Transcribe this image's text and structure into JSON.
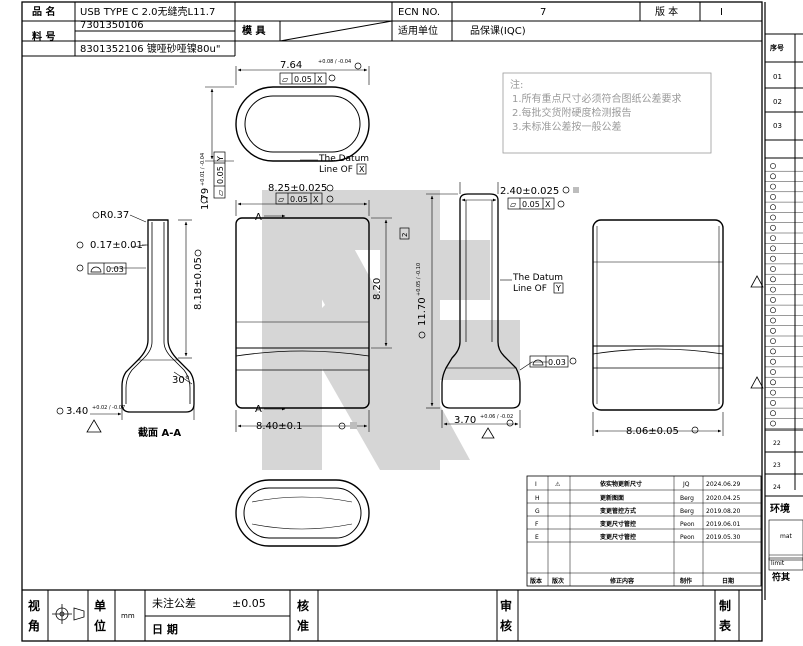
{
  "title_block": {
    "product_name_label": "品 名",
    "product_name": "USB TYPE C 2.0无缝壳L11.7",
    "part_no_label": "料 号",
    "part_no_1": "7301350106",
    "part_no_2": "8301352106 镀哑砂哑镍80u\"",
    "mold_label": "模 具",
    "ecn_label": "ECN NO.",
    "ecn_value": "7",
    "unit_label": "适用单位",
    "unit_value": "品保课(IQC)",
    "version_label": "版 本",
    "version_value": "I"
  },
  "notes": {
    "heading": "注:",
    "items": [
      "1.所有重点尺寸必须符合图纸公差要求",
      "2.每批交货附硬度检测报告",
      "3.未标准公差按一般公差"
    ]
  },
  "dims": {
    "top_width": "7.64",
    "top_width_tol": "+0.08 / -0.04",
    "top_flat_fcf": [
      "⏥",
      "0.05",
      "X"
    ],
    "height_179": "1.79",
    "height_179_tol": "+0.01 / -0.04",
    "height_fcf": [
      "⏥",
      "0.05",
      "Y"
    ],
    "datum_x_text": [
      "The Datum",
      "Line OF"
    ],
    "datum_x_letter": "X",
    "width_825": "8.25±0.025",
    "width_825_fcf": [
      "⏥",
      "0.05",
      "X"
    ],
    "r037": "R0.37",
    "t017": "0.17±0.01",
    "profile_003": "0.03",
    "h818": "8.18±0.05",
    "h820": "8.20",
    "angle30": "30°",
    "d340": "3.40",
    "d340_tol": "+0.02 / -0.07",
    "section_label": "截面 A-A",
    "w840": "8.40±0.1",
    "a_top": "A",
    "a_bottom": "A",
    "box2": "2",
    "w240": "2.40±0.025",
    "w240_fcf": [
      "⏥",
      "0.05",
      "X"
    ],
    "h1170": "11.70",
    "h1170_tol": "+0.05 / -0.10",
    "datum_y_text": [
      "The Datum",
      "Line OF"
    ],
    "datum_y_letter": "Y",
    "profile_003b": "0.03",
    "d370": "3.70",
    "d370_tol": "+0.06 / -0.02",
    "w806": "8.06±0.05"
  },
  "revisions": {
    "headers": [
      "版本",
      "版次",
      "修正内容",
      "制作",
      "日期"
    ],
    "rows": [
      {
        "ver": "I",
        "mark": "⚠",
        "desc": "依实物更新尺寸",
        "by": "JQ",
        "date": "2024.06.29"
      },
      {
        "ver": "H",
        "mark": "",
        "desc": "更新图面",
        "by": "Berg",
        "date": "2020.04.25"
      },
      {
        "ver": "G",
        "mark": "",
        "desc": "变更管控方式",
        "by": "Berg",
        "date": "2019.08.20"
      },
      {
        "ver": "F",
        "mark": "",
        "desc": "变更尺寸管控",
        "by": "Peon",
        "date": "2019.06.01"
      },
      {
        "ver": "E",
        "mark": "",
        "desc": "变更尺寸管控",
        "by": "Peon",
        "date": "2019.05.30"
      }
    ]
  },
  "bottom_bar": {
    "view_label": "视角",
    "unit_label": "单位",
    "unit_value": "mm",
    "tol_label": "未注公差",
    "tol_value": "±0.05",
    "date_label": "日 期",
    "check_label": "核准",
    "review_label": "审核",
    "make_label": "制表"
  },
  "right_table": {
    "header": "序号",
    "row_nums": [
      "01",
      "02",
      "03"
    ],
    "late_nums": [
      "22",
      "23",
      "24"
    ],
    "env_label": "环境",
    "env_rows": [
      "mat",
      "limit"
    ],
    "bottom_label": "符其"
  }
}
